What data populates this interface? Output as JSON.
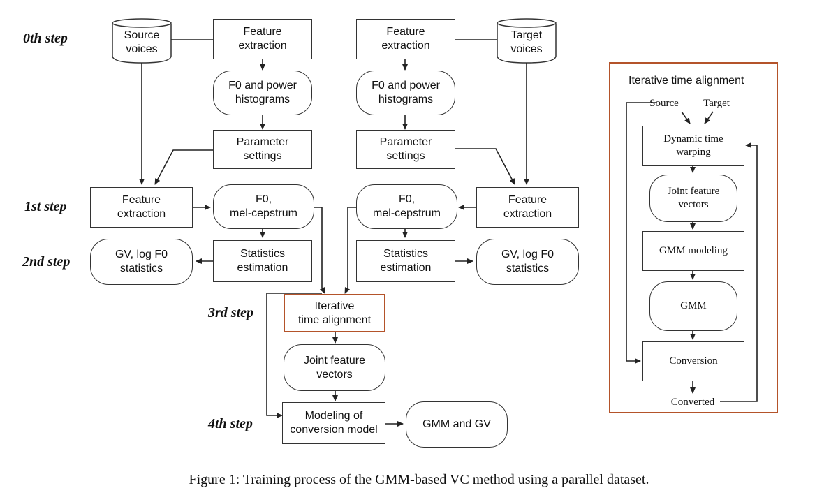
{
  "steps": {
    "s0": "0th step",
    "s1": "1st step",
    "s2": "2nd step",
    "s3": "3rd step",
    "s4": "4th step"
  },
  "left": {
    "source_voices": "Source\nvoices",
    "feature_extraction_top": "Feature\nextraction",
    "f0_histograms": "F0 and power\nhistograms",
    "parameter_settings": "Parameter\nsettings",
    "feature_extraction": "Feature\nextraction",
    "f0_mcep": "F0,\nmel-cepstrum",
    "gv_stats": "GV, log F0\nstatistics",
    "statistics_estimation": "Statistics\nestimation"
  },
  "right": {
    "target_voices": "Target\nvoices",
    "feature_extraction_top": "Feature\nextraction",
    "f0_histograms": "F0 and power\nhistograms",
    "parameter_settings": "Parameter\nsettings",
    "feature_extraction": "Feature\nextraction",
    "f0_mcep": "F0,\nmel-cepstrum",
    "gv_stats": "GV, log F0\nstatistics",
    "statistics_estimation": "Statistics\nestimation"
  },
  "center": {
    "iterative_alignment": "Iterative\ntime alignment",
    "joint_vectors": "Joint feature\nvectors",
    "modeling": "Modeling of\nconversion model",
    "gmm_gv": "GMM and GV"
  },
  "panel": {
    "title": "Iterative time alignment",
    "source": "Source",
    "target": "Target",
    "dtw": "Dynamic time\nwarping",
    "joint": "Joint feature\nvectors",
    "gmm_modeling": "GMM modeling",
    "gmm": "GMM",
    "conversion": "Conversion",
    "converted": "Converted"
  },
  "caption": "Figure 1: Training process of the GMM-based VC method using a parallel dataset.",
  "colors": {
    "line": "#222222",
    "box_border": "#333333",
    "highlight": "#b4532a"
  }
}
